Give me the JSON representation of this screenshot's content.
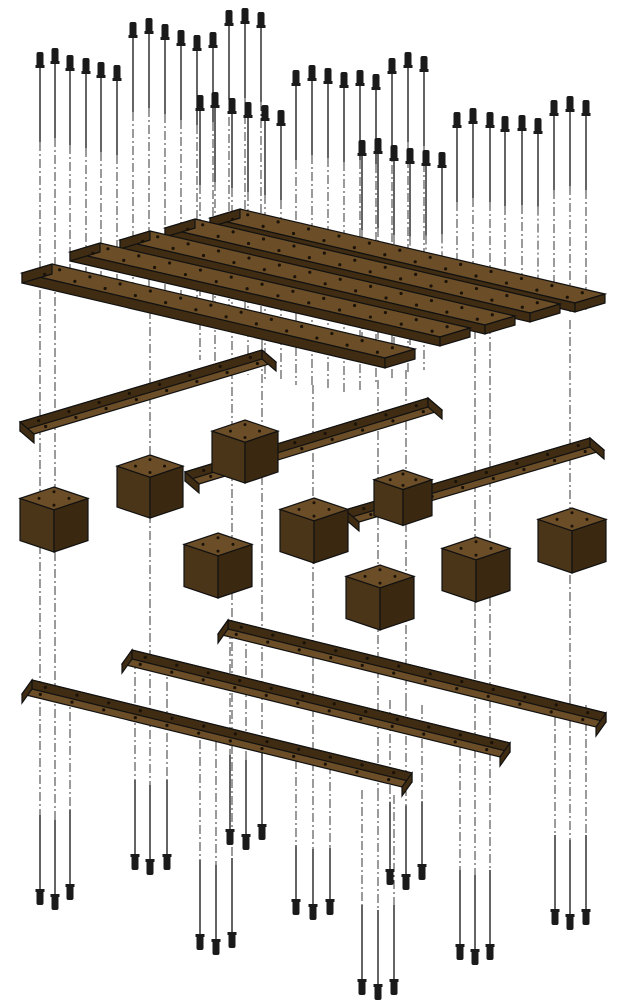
{
  "colors": {
    "wood_top": "#6b4e27",
    "wood_side": "#3f2c12",
    "block_top": "#6b4e27",
    "block_left": "#4b3518",
    "block_right": "#3a2810",
    "rod": "#111111",
    "background": "#ffffff"
  },
  "diagram": {
    "kind": "exploded isometric assembly",
    "components": [
      "threaded-rod",
      "top-beam",
      "mid-beam",
      "square-block",
      "bottom-beam"
    ]
  }
}
